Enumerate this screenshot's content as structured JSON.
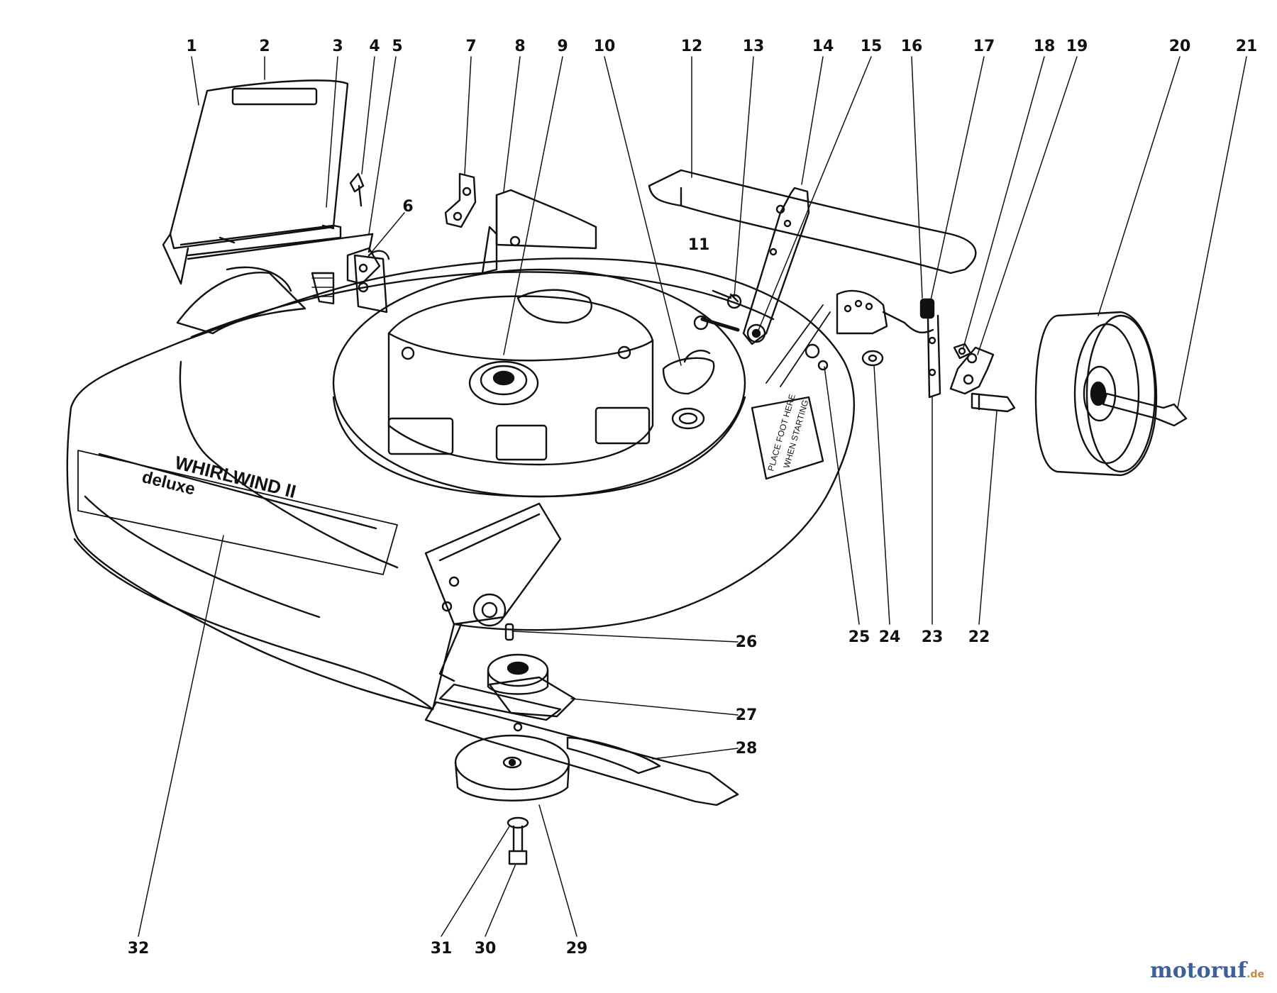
{
  "diagram": {
    "callouts": [
      "1",
      "2",
      "3",
      "4",
      "5",
      "6",
      "7",
      "8",
      "9",
      "10",
      "11",
      "12",
      "13",
      "14",
      "15",
      "16",
      "17",
      "18",
      "19",
      "20",
      "21",
      "22",
      "23",
      "24",
      "25",
      "26",
      "27",
      "28",
      "29",
      "30",
      "31",
      "32"
    ],
    "decals": {
      "deck_brand_line1": "WHIRLWIND II",
      "deck_brand_line2": "deluxe",
      "foot_plate_line1": "PLACE FOOT HERE",
      "foot_plate_line2": "WHEN STARTING"
    }
  },
  "watermark": {
    "brand": "motoruf",
    "suffix": ".de"
  }
}
